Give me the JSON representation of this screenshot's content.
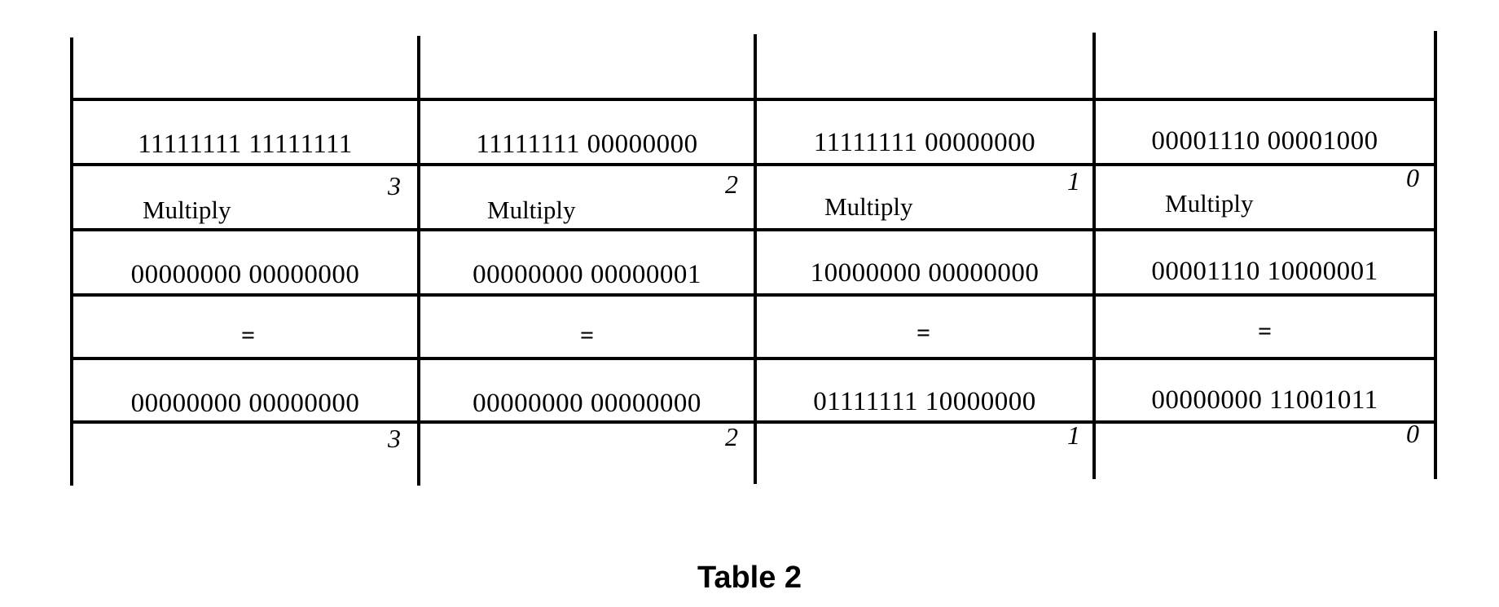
{
  "table": {
    "columns": [
      {
        "operand_a": "11111111  11111111",
        "operation": "Multiply",
        "operation_index": "3",
        "operand_b": "00000000  00000000",
        "equals": "=",
        "result": "00000000  00000000",
        "result_index": "3"
      },
      {
        "operand_a": "11111111  00000000",
        "operation": "Multiply",
        "operation_index": "2",
        "operand_b": "00000000  00000001",
        "equals": "=",
        "result": "00000000 00000000",
        "result_index": "2"
      },
      {
        "operand_a": "11111111  00000000",
        "operation": "Multiply",
        "operation_index": "1",
        "operand_b": "10000000  00000000",
        "equals": "=",
        "result": "01111111  10000000",
        "result_index": "1"
      },
      {
        "operand_a": "00001110  00001000",
        "operation": "Multiply",
        "operation_index": "0",
        "operand_b": "00001110  10000001",
        "equals": "=",
        "result": "00000000  11001011",
        "result_index": "0"
      }
    ]
  },
  "caption": "Table 2"
}
